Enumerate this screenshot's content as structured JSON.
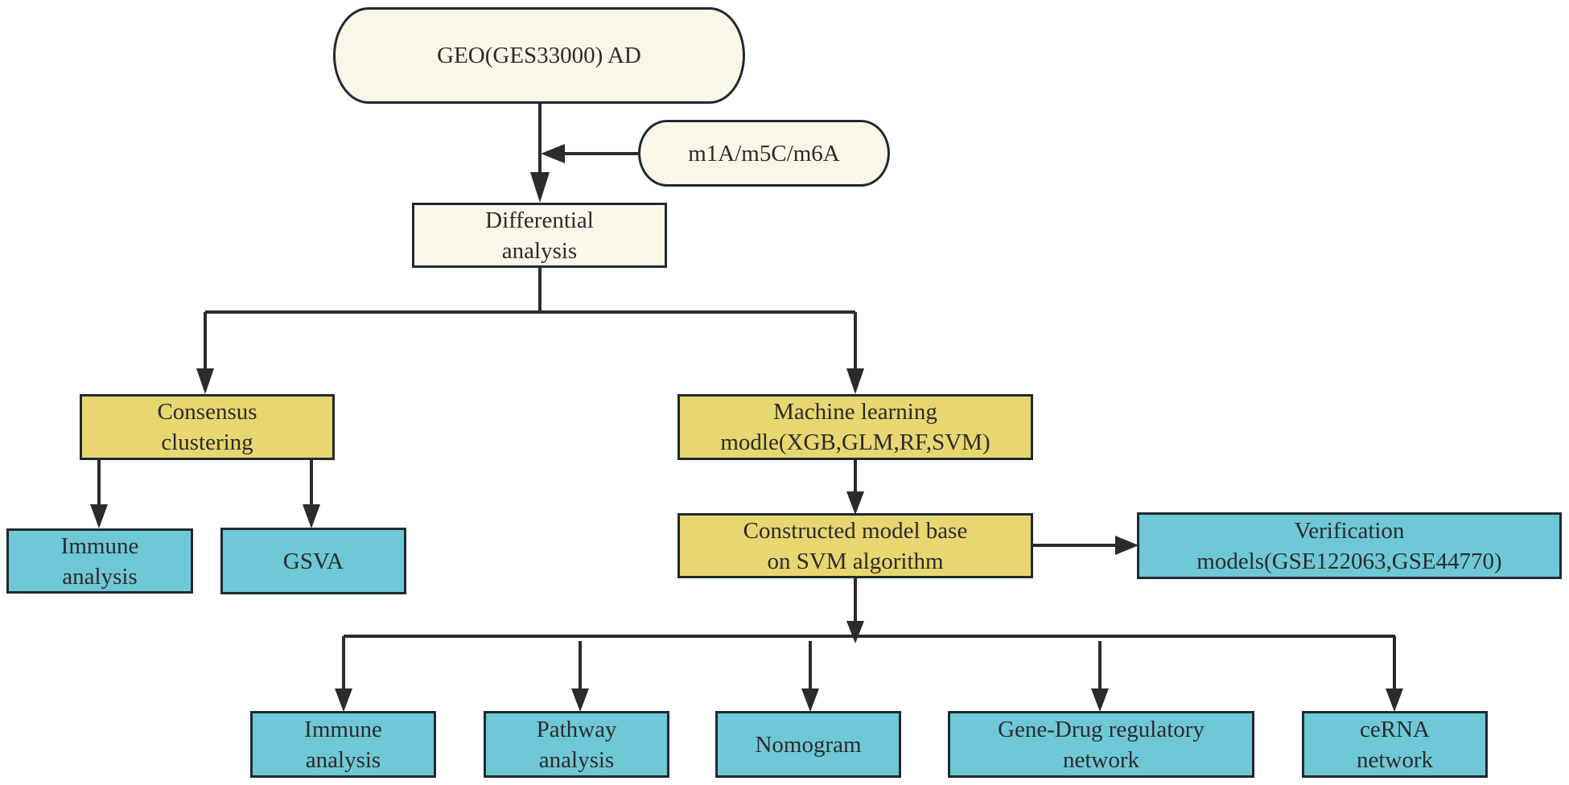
{
  "colors": {
    "start_fill": "#fbf7e8",
    "process_fill": "#e8d670",
    "output_fill": "#6fc8d6",
    "stroke": "#2b2b2b",
    "border": "#1f2a30"
  },
  "nodes": {
    "geo": {
      "lines": [
        "GEO(GES33000) AD"
      ]
    },
    "modification": {
      "lines": [
        "m1A/m5C/m6A"
      ]
    },
    "differential": {
      "lines": [
        "Differential",
        "analysis"
      ]
    },
    "consensus": {
      "lines": [
        "Consensus",
        "clustering"
      ]
    },
    "ml": {
      "lines": [
        "Machine learning",
        "modle(XGB,GLM,RF,SVM)"
      ]
    },
    "immune_left": {
      "lines": [
        "Immune",
        "analysis"
      ]
    },
    "gsva": {
      "lines": [
        "GSVA"
      ]
    },
    "constructed": {
      "lines": [
        "Constructed model base",
        "on SVM algorithm"
      ]
    },
    "verification": {
      "lines": [
        "Verification",
        "models(GSE122063,GSE44770)"
      ]
    },
    "immune_bottom": {
      "lines": [
        "Immune",
        "analysis"
      ]
    },
    "pathway": {
      "lines": [
        "Pathway",
        "analysis"
      ]
    },
    "nomogram": {
      "lines": [
        "Nomogram"
      ]
    },
    "gene_drug": {
      "lines": [
        "Gene-Drug regulatory",
        "network"
      ]
    },
    "cerna": {
      "lines": [
        "ceRNA",
        "network"
      ]
    }
  },
  "edges": [
    {
      "from": "geo",
      "to": "differential"
    },
    {
      "from": "modification",
      "to": "differential"
    },
    {
      "from": "differential",
      "to": "consensus"
    },
    {
      "from": "differential",
      "to": "ml"
    },
    {
      "from": "consensus",
      "to": "immune_left"
    },
    {
      "from": "consensus",
      "to": "gsva"
    },
    {
      "from": "ml",
      "to": "constructed"
    },
    {
      "from": "constructed",
      "to": "verification"
    },
    {
      "from": "constructed",
      "to": "immune_bottom"
    },
    {
      "from": "constructed",
      "to": "pathway"
    },
    {
      "from": "constructed",
      "to": "nomogram"
    },
    {
      "from": "constructed",
      "to": "gene_drug"
    },
    {
      "from": "constructed",
      "to": "cerna"
    }
  ]
}
